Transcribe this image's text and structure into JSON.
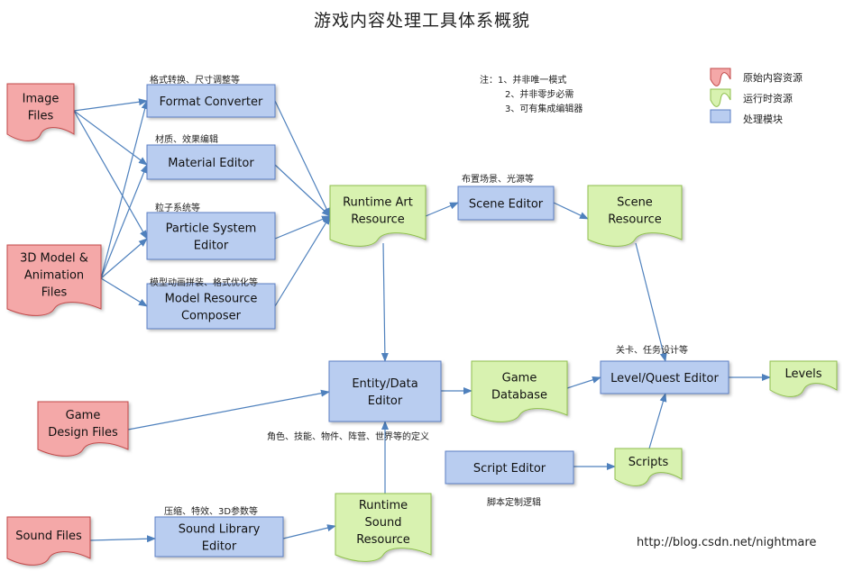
{
  "title": "游戏内容处理工具体系概貌",
  "notes": {
    "header": "注：1、并非唯一模式",
    "line2": "2、并非零步必需",
    "line3": "3、可有集成编辑器"
  },
  "legend": {
    "raw": "原始内容资源",
    "runtime": "运行时资源",
    "module": "处理模块"
  },
  "colors": {
    "raw_fill": "#f4a8a8",
    "raw_stroke": "#c24a4a",
    "runtime_fill": "#d8f2b0",
    "runtime_stroke": "#8fbf4e",
    "module_fill": "#b9cdf0",
    "module_stroke": "#5b7fc4",
    "arrow": "#4f81bd"
  },
  "nodes": {
    "image_files": [
      "Image",
      "Files"
    ],
    "model_files": [
      "3D Model &",
      "Animation",
      "Files"
    ],
    "game_design_files": [
      "Game",
      "Design Files"
    ],
    "sound_files": [
      "Sound Files"
    ],
    "format_converter": [
      "Format Converter"
    ],
    "material_editor": [
      "Material Editor"
    ],
    "particle_editor": [
      "Particle System",
      "Editor"
    ],
    "model_composer": [
      "Model Resource",
      "Composer"
    ],
    "runtime_art": [
      "Runtime Art",
      "Resource"
    ],
    "scene_editor": [
      "Scene Editor"
    ],
    "scene_resource": [
      "Scene",
      "Resource"
    ],
    "entity_editor": [
      "Entity/Data",
      "Editor"
    ],
    "game_database": [
      "Game",
      "Database"
    ],
    "level_editor": [
      "Level/Quest Editor"
    ],
    "levels": [
      "Levels"
    ],
    "script_editor": [
      "Script Editor"
    ],
    "scripts": [
      "Scripts"
    ],
    "sound_library_editor": [
      "Sound Library",
      "Editor"
    ],
    "runtime_sound": [
      "Runtime",
      "Sound",
      "Resource"
    ]
  },
  "annotations": {
    "format_converter": "格式转换、尺寸调整等",
    "material_editor": "材质、效果编辑",
    "particle_editor": "粒子系统等",
    "model_composer": "模型动画拼装、格式优化等",
    "scene_editor": "布置场景、光源等",
    "level_editor": "关卡、任务设计等",
    "entity_editor": "角色、技能、物件、阵营、世界等的定义",
    "script_editor": "脚本定制逻辑",
    "sound_library_editor": "压缩、特效、3D参数等"
  },
  "url": "http://blog.csdn.net/nightmare"
}
